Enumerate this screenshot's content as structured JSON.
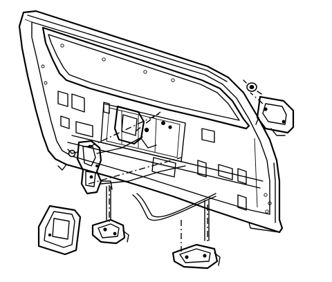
{
  "diagram": {
    "background": "#ffffff",
    "line_color": "#000000",
    "components": [
      "liftgate-inner-panel",
      "window-opening",
      "latch-assembly",
      "lock-actuator",
      "actuator-rod",
      "inner-handle-bezel",
      "outer-handle",
      "retainer-clip",
      "handle-cup-bezel",
      "lower-latch-left",
      "lower-latch-right",
      "connecting-rod"
    ]
  }
}
